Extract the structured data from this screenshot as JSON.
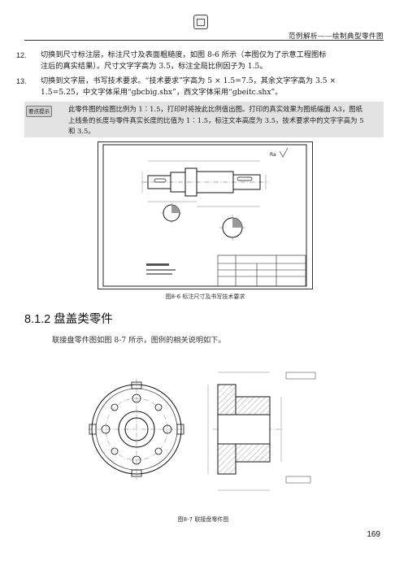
{
  "header": {
    "title": "范例解析——绘制典型零件图"
  },
  "items": [
    {
      "num": "12.",
      "lines": [
        "切换到尺寸标注层，标注尺寸及表面粗糙度，如图 8-6 所示（本图仅为了示意工程图标",
        "注后的真实结果）。尺寸文字字高为 3.5，标注全局比例因子为 1.5。"
      ]
    },
    {
      "num": "13.",
      "lines": [
        "切换到文字层，书写技术要求。“技术要求”字高为 5 × 1.5=7.5，其余文字字高为 3.5 ×",
        "1.5=5.25，中文字体采用“gbcbig.shx”，西文字体采用“gbeitc.shx”。"
      ]
    }
  ],
  "note": {
    "badge": "要点提示",
    "lines": [
      "此零件图的绘图比例为 1∶1.5，打印时将按此比例值出图。打印的真实效果为图纸幅面 A3，图纸",
      "上线条的长度与零件真实长度的比值为 1∶1.5，标注文本高度为 3.5，技术要求中的文字字高为 5",
      "和 3.5。"
    ]
  },
  "figure1": {
    "caption": "图8-6   标注尺寸及书写技术要求"
  },
  "section": {
    "heading": "8.1.2   盘盖类零件"
  },
  "paragraph": "联接盘零件图如图 8-7 所示，图例的相关说明如下。",
  "figure2": {
    "caption": "图8-7   联接盘零件图"
  },
  "page_number": "169"
}
